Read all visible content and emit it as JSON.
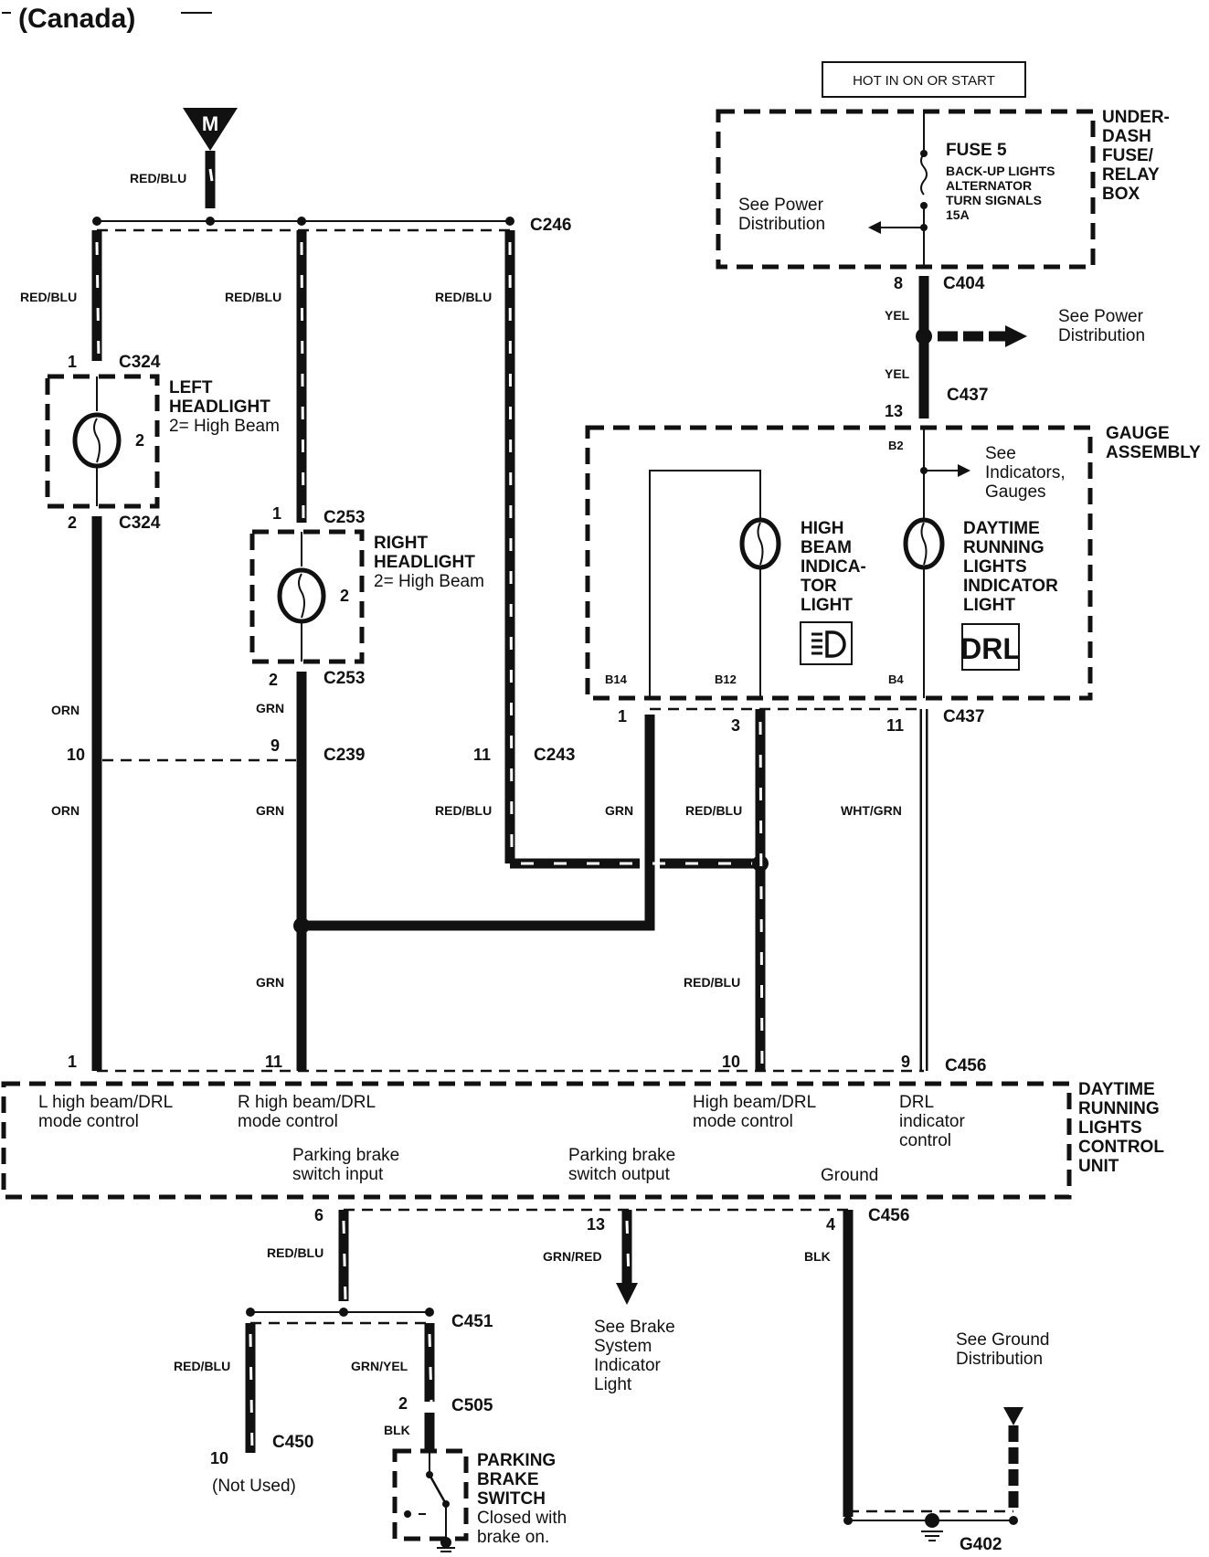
{
  "title": "(Canada)",
  "source_m": "M",
  "hot_label": "HOT IN ON OR START",
  "fuse_box": {
    "name_lines": [
      "UNDER-",
      "DASH",
      "FUSE/",
      "RELAY",
      "BOX"
    ],
    "fuse_name": "FUSE 5",
    "fuse_circuits": [
      "BACK-UP LIGHTS",
      "ALTERNATOR",
      "TURN SIGNALS",
      "15A"
    ],
    "see_power_lines": [
      "See Power",
      "Distribution"
    ]
  },
  "see_power_right_lines": [
    "See Power",
    "Distribution"
  ],
  "connectors": {
    "c246": "C246",
    "c324_top": "C324",
    "c324_bot": "C324",
    "c253_top": "C253",
    "c253_bot": "C253",
    "c239": "C239",
    "c243": "C243",
    "c404": "C404",
    "c437_top": "C437",
    "c437_bot": "C437",
    "c456_top": "C456",
    "c456_bot": "C456",
    "c451": "C451",
    "c505": "C505",
    "c450": "C450",
    "g402": "G402"
  },
  "pins": {
    "c324_1": "1",
    "c324_2": "2",
    "c253_1": "1",
    "c253_2": "2",
    "c239_10": "10",
    "c239_9": "9",
    "c243_11": "11",
    "c404_8": "8",
    "c437_13": "13",
    "c437_1": "1",
    "c437_3": "3",
    "c437_11": "11",
    "c456_1": "1",
    "c456_11": "11",
    "c456_10": "10",
    "c456_9": "9",
    "c456_6": "6",
    "c456_13": "13",
    "c456_4": "4",
    "c505_2": "2",
    "c450_10": "10",
    "lh_2": "2",
    "rh_2": "2",
    "b2": "B2",
    "b14": "B14",
    "b12": "B12",
    "b4": "B4"
  },
  "wires": {
    "m_feed": "RED/BLU",
    "left_top": "RED/BLU",
    "mid_top": "RED/BLU",
    "right_top": "RED/BLU",
    "orn_1": "ORN",
    "orn_2": "ORN",
    "grn_1": "GRN",
    "grn_2": "GRN",
    "grn_3": "GRN",
    "redblu_c243": "RED/BLU",
    "grn_b14": "GRN",
    "redblu_b12": "RED/BLU",
    "redblu_b12_low": "RED/BLU",
    "wht_grn": "WHT/GRN",
    "yel_1": "YEL",
    "yel_2": "YEL",
    "redblu_6": "RED/BLU",
    "grn_red": "GRN/RED",
    "blk_4": "BLK",
    "redblu_c450": "RED/BLU",
    "grn_yel": "GRN/YEL",
    "blk_switch": "BLK"
  },
  "components": {
    "left_headlight": [
      "LEFT",
      "HEADLIGHT"
    ],
    "left_headlight_note": "2= High Beam",
    "right_headlight": [
      "RIGHT",
      "HEADLIGHT"
    ],
    "right_headlight_note": "2= High Beam",
    "gauge_assembly": [
      "GAUGE",
      "ASSEMBLY"
    ],
    "see_indicators": [
      "See",
      "Indicators,",
      "Gauges"
    ],
    "high_beam_indicator": [
      "HIGH",
      "BEAM",
      "INDICA-",
      "TOR",
      "LIGHT"
    ],
    "drl_indicator": [
      "DAYTIME",
      "RUNNING",
      "LIGHTS",
      "INDICATOR",
      "LIGHT"
    ],
    "drl_symbol": "DRL",
    "control_unit": [
      "DAYTIME",
      "RUNNING",
      "LIGHTS",
      "CONTROL",
      "UNIT"
    ],
    "parking_brake_switch": [
      "PARKING",
      "BRAKE",
      "SWITCH"
    ],
    "parking_brake_note": [
      "Closed with",
      "brake on."
    ]
  },
  "control_unit_terminals": {
    "l_high": [
      "L high beam/DRL",
      "mode control"
    ],
    "r_high": [
      "R high beam/DRL",
      "mode control"
    ],
    "high_mode": [
      "High beam/DRL",
      "mode control"
    ],
    "drl_ind": [
      "DRL",
      "indicator",
      "control"
    ],
    "pb_in": [
      "Parking brake",
      "switch input"
    ],
    "pb_out": [
      "Parking brake",
      "switch output"
    ],
    "ground": "Ground"
  },
  "references": {
    "brake_system": [
      "See Brake",
      "System",
      "Indicator",
      "Light"
    ],
    "ground_dist": [
      "See Ground",
      "Distribution"
    ],
    "not_used": "(Not Used)"
  }
}
